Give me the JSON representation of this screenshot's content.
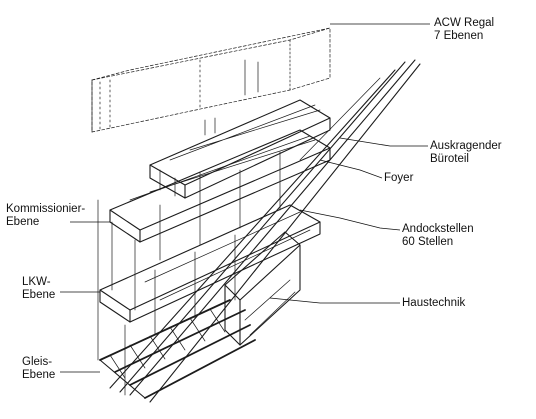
{
  "labels": {
    "acw": {
      "line1": "ACW Regal",
      "line2": "7 Ebenen"
    },
    "kragend": {
      "line1": "Auskragender",
      "line2": "Büroteil"
    },
    "foyer": {
      "line1": "Foyer"
    },
    "andock": {
      "line1": "Andockstellen",
      "line2": "60 Stellen"
    },
    "haustechnik": {
      "line1": "Haustechnik"
    },
    "kommission": {
      "line1": "Kommissionier-",
      "line2": "Ebene"
    },
    "lkw": {
      "line1": "LKW-",
      "line2": "Ebene"
    },
    "gleis": {
      "line1": "Gleis-",
      "line2": "Ebene"
    }
  }
}
